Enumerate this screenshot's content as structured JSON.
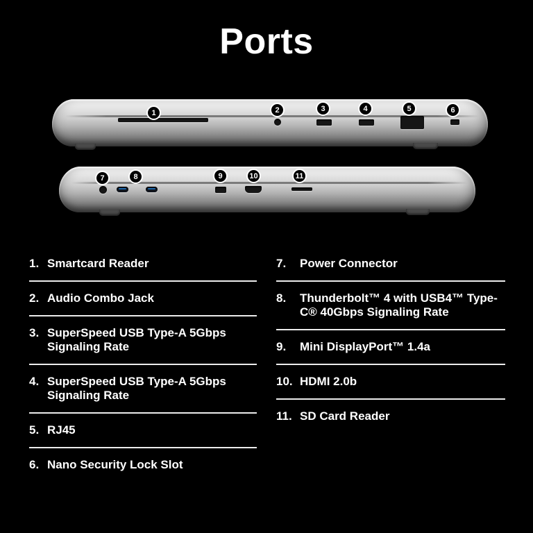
{
  "title": "Ports",
  "callouts": [
    "1",
    "2",
    "3",
    "4",
    "5",
    "6",
    "7",
    "8",
    "9",
    "10",
    "11"
  ],
  "list": {
    "left": [
      {
        "num": "1.",
        "text": "Smartcard Reader"
      },
      {
        "num": "2.",
        "text": "Audio Combo Jack"
      },
      {
        "num": "3.",
        "text": "SuperSpeed USB Type-A 5Gbps Signaling Rate"
      },
      {
        "num": "4.",
        "text": "SuperSpeed USB Type-A 5Gbps Signaling Rate"
      },
      {
        "num": "5.",
        "text": "RJ45"
      },
      {
        "num": "6.",
        "text": "Nano Security Lock Slot"
      }
    ],
    "right": [
      {
        "num": "7.",
        "text": "Power Connector"
      },
      {
        "num": "8.",
        "text": "Thunderbolt™ 4 with USB4™ Type-C® 40Gbps Signaling Rate"
      },
      {
        "num": "9.",
        "text": "Mini DisplayPort™ 1.4a"
      },
      {
        "num": "10.",
        "text": "HDMI 2.0b"
      },
      {
        "num": "11.",
        "text": "SD Card Reader"
      }
    ]
  },
  "colors": {
    "background": "#000000",
    "text": "#ffffff",
    "divider": "#ededed",
    "laptop_silver": "#c9c9c9",
    "accent_blue": "#1f6fb8"
  }
}
